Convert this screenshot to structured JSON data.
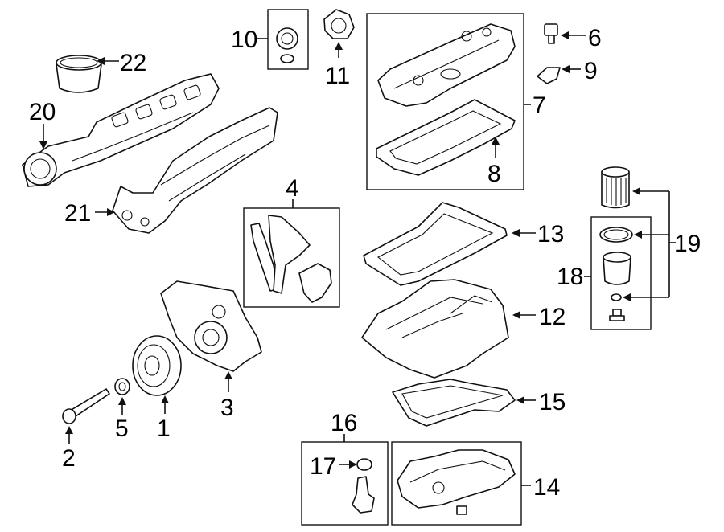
{
  "diagram": {
    "callouts": {
      "c1": "1",
      "c2": "2",
      "c3": "3",
      "c4": "4",
      "c5": "5",
      "c6": "6",
      "c7": "7",
      "c8": "8",
      "c9": "9",
      "c10": "10",
      "c11": "11",
      "c12": "12",
      "c13": "13",
      "c14": "14",
      "c15": "15",
      "c16": "16",
      "c17": "17",
      "c18": "18",
      "c19": "19",
      "c20": "20",
      "c21": "21",
      "c22": "22"
    },
    "colors": {
      "line": "#111111",
      "background": "#ffffff"
    }
  }
}
